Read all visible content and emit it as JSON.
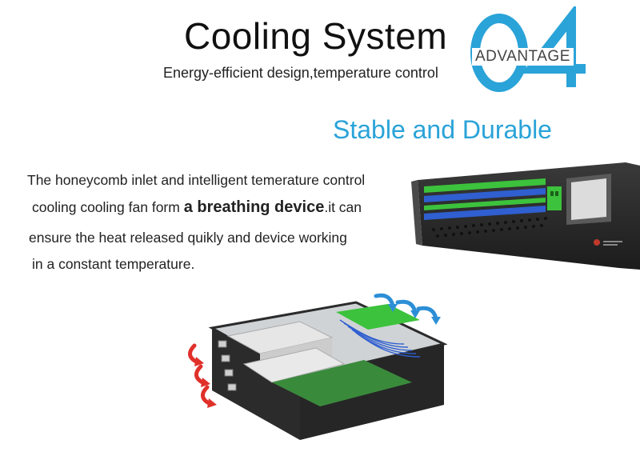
{
  "header": {
    "title": "Cooling System",
    "subtitle": "Energy-efficient design,temperature control",
    "number": "04",
    "advantage_label": "ADVANTAGE"
  },
  "section": {
    "heading": "Stable and Durable"
  },
  "description": {
    "line1": "The honeycomb inlet and intelligent temerature control",
    "line2_pre": "cooling cooling fan form ",
    "line2_bold": "a breathing device",
    "line2_post": ".it can",
    "line3": "ensure the heat released quikly and device working",
    "line4": "in a constant temperature."
  },
  "colors": {
    "accent_blue": "#2aa3d8",
    "airflow_blue": "#2c8fd6",
    "airflow_red": "#e0302a",
    "chassis": "#2b2b2b",
    "fiber_green": "#3cc23c",
    "fiber_blue": "#2f5fd0"
  },
  "icons": {
    "inflow": "blue-curved-arrow-icon",
    "outflow": "red-curved-arrow-icon"
  }
}
